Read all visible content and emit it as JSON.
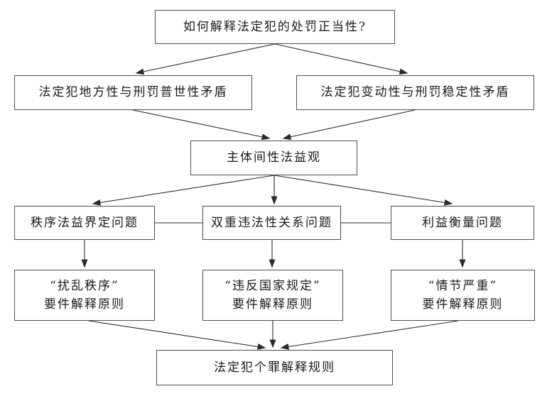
{
  "diagram": {
    "title_node": {
      "label": "如何解释法定犯的处罚正当性?"
    },
    "contradictions": {
      "local": {
        "label": "法定犯地方性与刑罚普世性矛盾"
      },
      "variable": {
        "label": "法定犯变动性与刑罚稳定性矛盾"
      }
    },
    "core": {
      "label": "主体间性法益观"
    },
    "problems": {
      "order_interest": {
        "label": "秩序法益界定问题"
      },
      "double_illegality": {
        "label": "双重违法性关系问题"
      },
      "interest_balance": {
        "label": "利益衡量问题"
      }
    },
    "principles": {
      "disturb_order": {
        "line1": "“扰乱秩序”",
        "line2": "要件解释原则"
      },
      "violate_regulation": {
        "line1": "“违反国家规定”",
        "line2": "要件解释原则"
      },
      "serious_circumstance": {
        "line1": "“情节严重”",
        "line2": "要件解释原则"
      }
    },
    "conclusion": {
      "label": "法定犯个罪解释规则"
    }
  },
  "colors": {
    "background": "#ffffff",
    "box_border": "#4d4d4d",
    "connector": "#2b2b2b",
    "text": "#1a1a1a"
  }
}
